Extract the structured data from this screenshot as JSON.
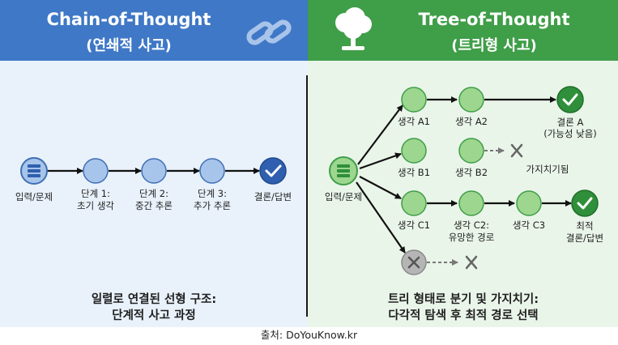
{
  "chain": {
    "title": "Chain-of-Thought",
    "subtitle": "(연쇄적 사고)",
    "nodes": {
      "input": "입력/문제",
      "step1_a": "단계 1:",
      "step1_b": "초기 생각",
      "step2_a": "단계 2:",
      "step2_b": "중간 추론",
      "step3_a": "단계 3:",
      "step3_b": "추가 추론",
      "conclusion": "결론/답변"
    },
    "caption_line1": "일렬로 연결된 선형 구조:",
    "caption_line2": "단계적 사고 과정"
  },
  "tree": {
    "title": "Tree-of-Thought",
    "subtitle": "(트리형 사고)",
    "nodes": {
      "input": "입력/문제",
      "a1": "생각 A1",
      "a2": "생각 A2",
      "conclusion_a": "결론 A",
      "conclusion_a_note": "(가능성 낮음)",
      "b1": "생각 B1",
      "b2": "생각 B2",
      "pruned": "가지치기됨",
      "c1": "생각 C1",
      "c2": "생각 C2:",
      "c2_note": "유망한 경로",
      "c3": "생각 C3",
      "best_a": "최적",
      "best_b": "결론/답변"
    },
    "caption_line1": "트리 형태로 분기 및 가지치기:",
    "caption_line2": "다각적 탐색 후 최적 경로 선택"
  },
  "source": "출처: DoYouKnow.kr",
  "colors": {
    "cot_header": "#3f78c6",
    "tot_header": "#3f9e48",
    "cot_bg": "#e9f2fb",
    "tot_bg": "#eaf5ea",
    "blue_node": "#a7c4ea",
    "blue_final": "#2f5fae",
    "green_node": "#9dd68e",
    "green_final": "#2f8f3a",
    "gray_node": "#b5b5b5",
    "prune_x": "#666666"
  },
  "icons": {
    "chain": "chain-link-icon",
    "tree": "tree-icon",
    "check": "check-icon",
    "prune": "x-icon",
    "list": "list-icon"
  }
}
